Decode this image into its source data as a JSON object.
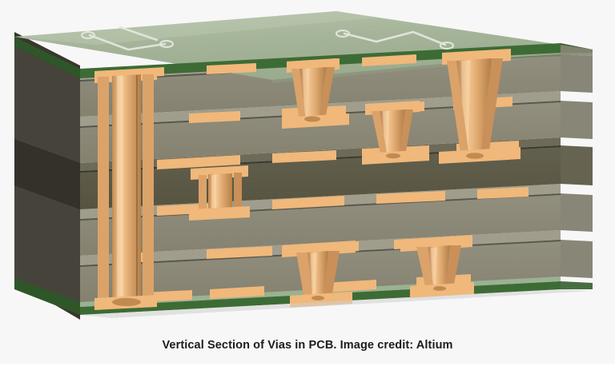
{
  "figure": {
    "caption": "Vertical Section of Vias in PCB. Image credit: Altium",
    "background_color": "#f7f7f7",
    "subject": "pcb-layer-stackup-3d-cutaway"
  },
  "palette": {
    "soldermask_top": "#a3b396",
    "soldermask_top_light": "#b4c2a8",
    "soldermask_edge": "#3d6b35",
    "soldermask_edge_dark": "#2f5628",
    "soldermask_bottom_face": "#9ab292",
    "dielectric_front": "#8a8777",
    "dielectric_front_light": "#949181",
    "dielectric_top": "#a09d8c",
    "dielectric_side_dark": "#3a372e",
    "dielectric_side_mid": "#46433a",
    "core_dark": "#5d5b4d",
    "core_dark_side": "#33312a",
    "copper": "#f0b87a",
    "copper_light": "#f7cd9b",
    "copper_mid": "#dba369",
    "copper_dark": "#c08a52",
    "copper_shadow": "#a9733f",
    "silkscreen": "#e4e8df",
    "outline": "#2b2b26",
    "text": "#1c1c1c",
    "page_white": "#ffffff"
  },
  "stackup": {
    "description": "Multilayer PCB cutaway showing through-hole, buried and micro (tapered) vias",
    "layer_count": 5,
    "layers": [
      {
        "index": 0,
        "name": "top-soldermask-layer",
        "kind": "soldermask"
      },
      {
        "index": 1,
        "name": "dielectric-layer-1",
        "kind": "prepreg"
      },
      {
        "index": 2,
        "name": "dielectric-layer-2",
        "kind": "prepreg"
      },
      {
        "index": 3,
        "name": "core-layer",
        "kind": "core"
      },
      {
        "index": 4,
        "name": "dielectric-layer-4",
        "kind": "prepreg"
      },
      {
        "index": 5,
        "name": "dielectric-layer-5",
        "kind": "prepreg"
      },
      {
        "index": 6,
        "name": "bottom-soldermask-layer",
        "kind": "soldermask"
      }
    ]
  },
  "vias": [
    {
      "name": "through-hole-via",
      "type": "through",
      "span": "top-to-bottom"
    },
    {
      "name": "micro-via-upper-left",
      "type": "microvia",
      "span": "layer-1-to-2"
    },
    {
      "name": "micro-via-upper-mid",
      "type": "microvia",
      "span": "layer-1-to-2"
    },
    {
      "name": "blind-via-upper-right",
      "type": "blind",
      "span": "top-to-layer-3"
    },
    {
      "name": "buried-via-center",
      "type": "buried",
      "span": "layer-3-to-4"
    },
    {
      "name": "micro-via-lower-mid",
      "type": "microvia",
      "span": "layer-4-to-bottom"
    },
    {
      "name": "micro-via-lower-right",
      "type": "microvia",
      "span": "layer-4-to-bottom"
    }
  ],
  "silkscreen": {
    "visible": true,
    "trace_count": 2,
    "description": "white silkscreen routing traces with circular pads on top soldermask"
  }
}
